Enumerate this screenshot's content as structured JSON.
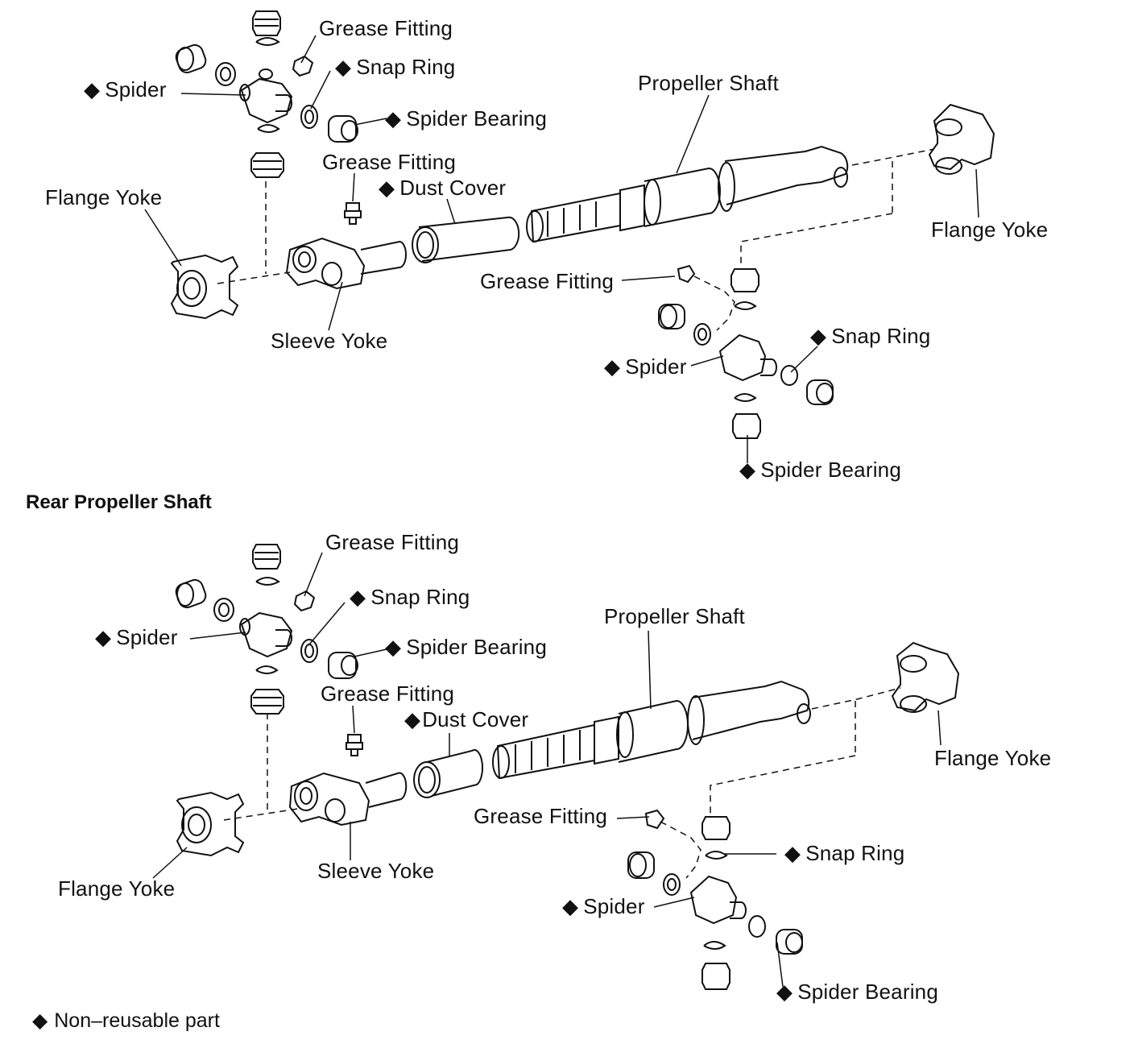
{
  "section_title": "Rear Propeller Shaft",
  "marker": "◆",
  "legend": "Non–reusable part",
  "front": {
    "grease_fitting_top": "Grease Fitting",
    "snap_ring_top": "Snap Ring",
    "spider_left": "Spider",
    "spider_bearing_top": "Spider Bearing",
    "propeller_shaft": "Propeller Shaft",
    "grease_fitting_mid": "Grease Fitting",
    "dust_cover": "Dust Cover",
    "flange_yoke_left": "Flange Yoke",
    "flange_yoke_right": "Flange Yoke",
    "sleeve_yoke": "Sleeve Yoke",
    "grease_fitting_right": "Grease Fitting",
    "snap_ring_right": "Snap Ring",
    "spider_right": "Spider",
    "spider_bearing_right": "Spider Bearing"
  },
  "rear": {
    "grease_fitting_top": "Grease Fitting",
    "snap_ring_top": "Snap Ring",
    "spider_left": "Spider",
    "spider_bearing_top": "Spider Bearing",
    "propeller_shaft": "Propeller Shaft",
    "grease_fitting_mid": "Grease Fitting",
    "dust_cover": "Dust Cover",
    "flange_yoke_right": "Flange Yoke",
    "grease_fitting_right": "Grease Fitting",
    "snap_ring_right": "Snap Ring",
    "sleeve_yoke": "Sleeve Yoke",
    "flange_yoke_left": "Flange Yoke",
    "spider_right": "Spider",
    "spider_bearing_right": "Spider Bearing"
  }
}
